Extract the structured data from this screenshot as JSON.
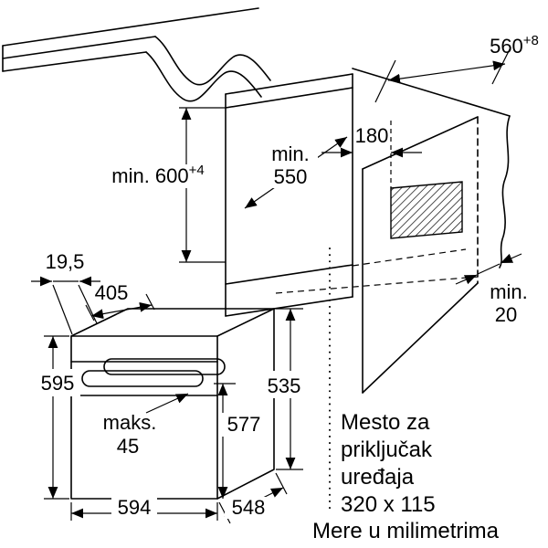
{
  "diagram": {
    "title": "Built-in oven installation diagram",
    "dimensions": {
      "niche_width_main": "560",
      "niche_width_sup": "+8",
      "connection_offset": "180",
      "niche_depth_line1": "min.",
      "niche_depth_line2": "550",
      "niche_height_main": "min. 600",
      "niche_height_sup": "+4",
      "fascia_overhang": "19,5",
      "top_clearance": "405",
      "oven_height": "595",
      "body_height": "535",
      "handle_line1": "maks.",
      "handle_line2": "45",
      "door_height": "577",
      "oven_width": "594",
      "body_depth": "548",
      "rear_gap_line1": "min.",
      "rear_gap_line2": "20"
    },
    "notes": {
      "connection_line1": "Mesto za",
      "connection_line2": "priključak",
      "connection_line3": "uređaja",
      "connection_size": "320 x 115",
      "units": "Mere u milimetrima"
    },
    "colors": {
      "line": "#000000",
      "background": "#ffffff"
    }
  }
}
